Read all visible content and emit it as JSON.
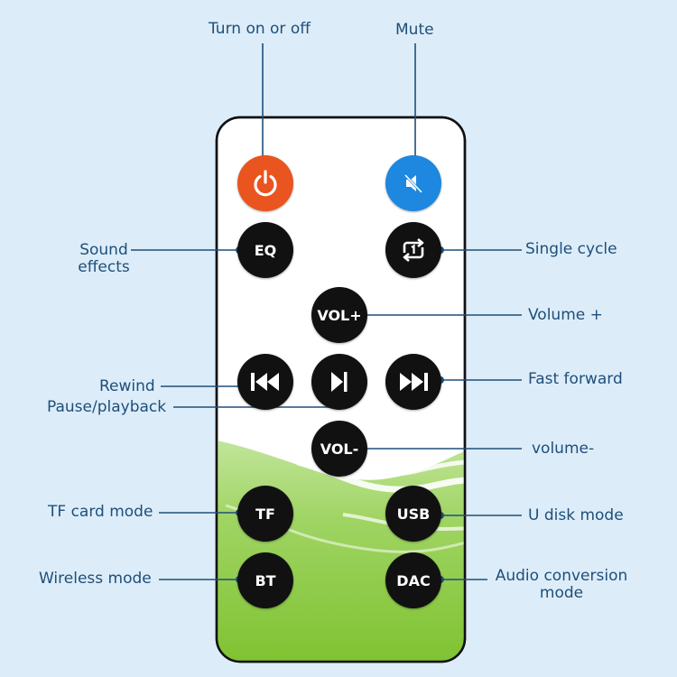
{
  "labels": {
    "power": "Turn on or off",
    "mute": "Mute",
    "eq_line1": "Sound",
    "eq_line2": "effects",
    "single_cycle": "Single cycle",
    "vol_up": "Volume +",
    "rewind": "Rewind",
    "pause_playback": "Pause/playback",
    "fast_forward": "Fast forward",
    "vol_down": "volume-",
    "tf": "TF card mode",
    "usb": "U disk mode",
    "bt": "Wireless mode",
    "dac_line1": "Audio conversion",
    "dac_line2": "mode"
  },
  "buttons": {
    "eq": "EQ",
    "vol_up": "VOL+",
    "vol_down": "VOL-",
    "tf": "TF",
    "usb": "USB",
    "bt": "BT",
    "dac": "DAC"
  },
  "icons": {
    "power": "power-icon",
    "mute": "speaker-muted-icon",
    "single_cycle": "repeat-one-icon",
    "rewind": "rewind-icon",
    "play_pause": "play-pause-icon",
    "fast_forward": "fast-forward-icon"
  },
  "colors": {
    "background": "#dcedf9",
    "label_text": "#1f4e79",
    "leader_line": "#1f4e79",
    "power_button": "#e9541f",
    "mute_button": "#1e87e0",
    "button": "#111111",
    "remote_body": "#ffffff",
    "remote_bottom": "#8ccc3a"
  }
}
